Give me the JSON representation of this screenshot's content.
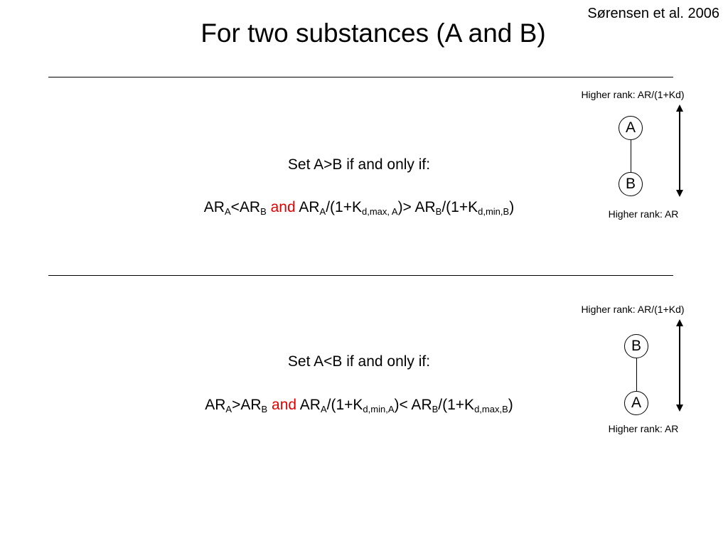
{
  "citation": "Sørensen et al. 2006",
  "title": "For two substances (A and B)",
  "sections": [
    {
      "heading": "Set A>B if and only if:",
      "formula": {
        "p1": "AR",
        "s1": "A",
        "p2": "<AR",
        "s2": "B",
        "keyword": "and",
        "p3": "AR",
        "s3": "A",
        "p4": "/(1+K",
        "s4": "d,max, A",
        "p5": ")> AR",
        "s5": "B",
        "p6": "/(1+K",
        "s6": "d,min,B",
        "p7": ")"
      },
      "rank_top_label": "Higher rank: AR/(1+Kd)",
      "rank_bottom_label": "Higher rank: AR",
      "node_top": "A",
      "node_bottom": "B"
    },
    {
      "heading": "Set A<B if and only if:",
      "formula": {
        "p1": "AR",
        "s1": "A",
        "p2": ">AR",
        "s2": "B",
        "keyword": "and",
        "p3": "AR",
        "s3": "A",
        "p4": "/(1+K",
        "s4": "d,min,A",
        "p5": ")< AR",
        "s5": "B",
        "p6": "/(1+K",
        "s6": "d,max,B",
        "p7": ")"
      },
      "rank_top_label": "Higher rank: AR/(1+Kd)",
      "rank_bottom_label": "Higher rank: AR",
      "node_top": "B",
      "node_bottom": "A"
    }
  ],
  "colors": {
    "keyword": "#e00000",
    "ink": "#000000",
    "background": "#ffffff"
  }
}
